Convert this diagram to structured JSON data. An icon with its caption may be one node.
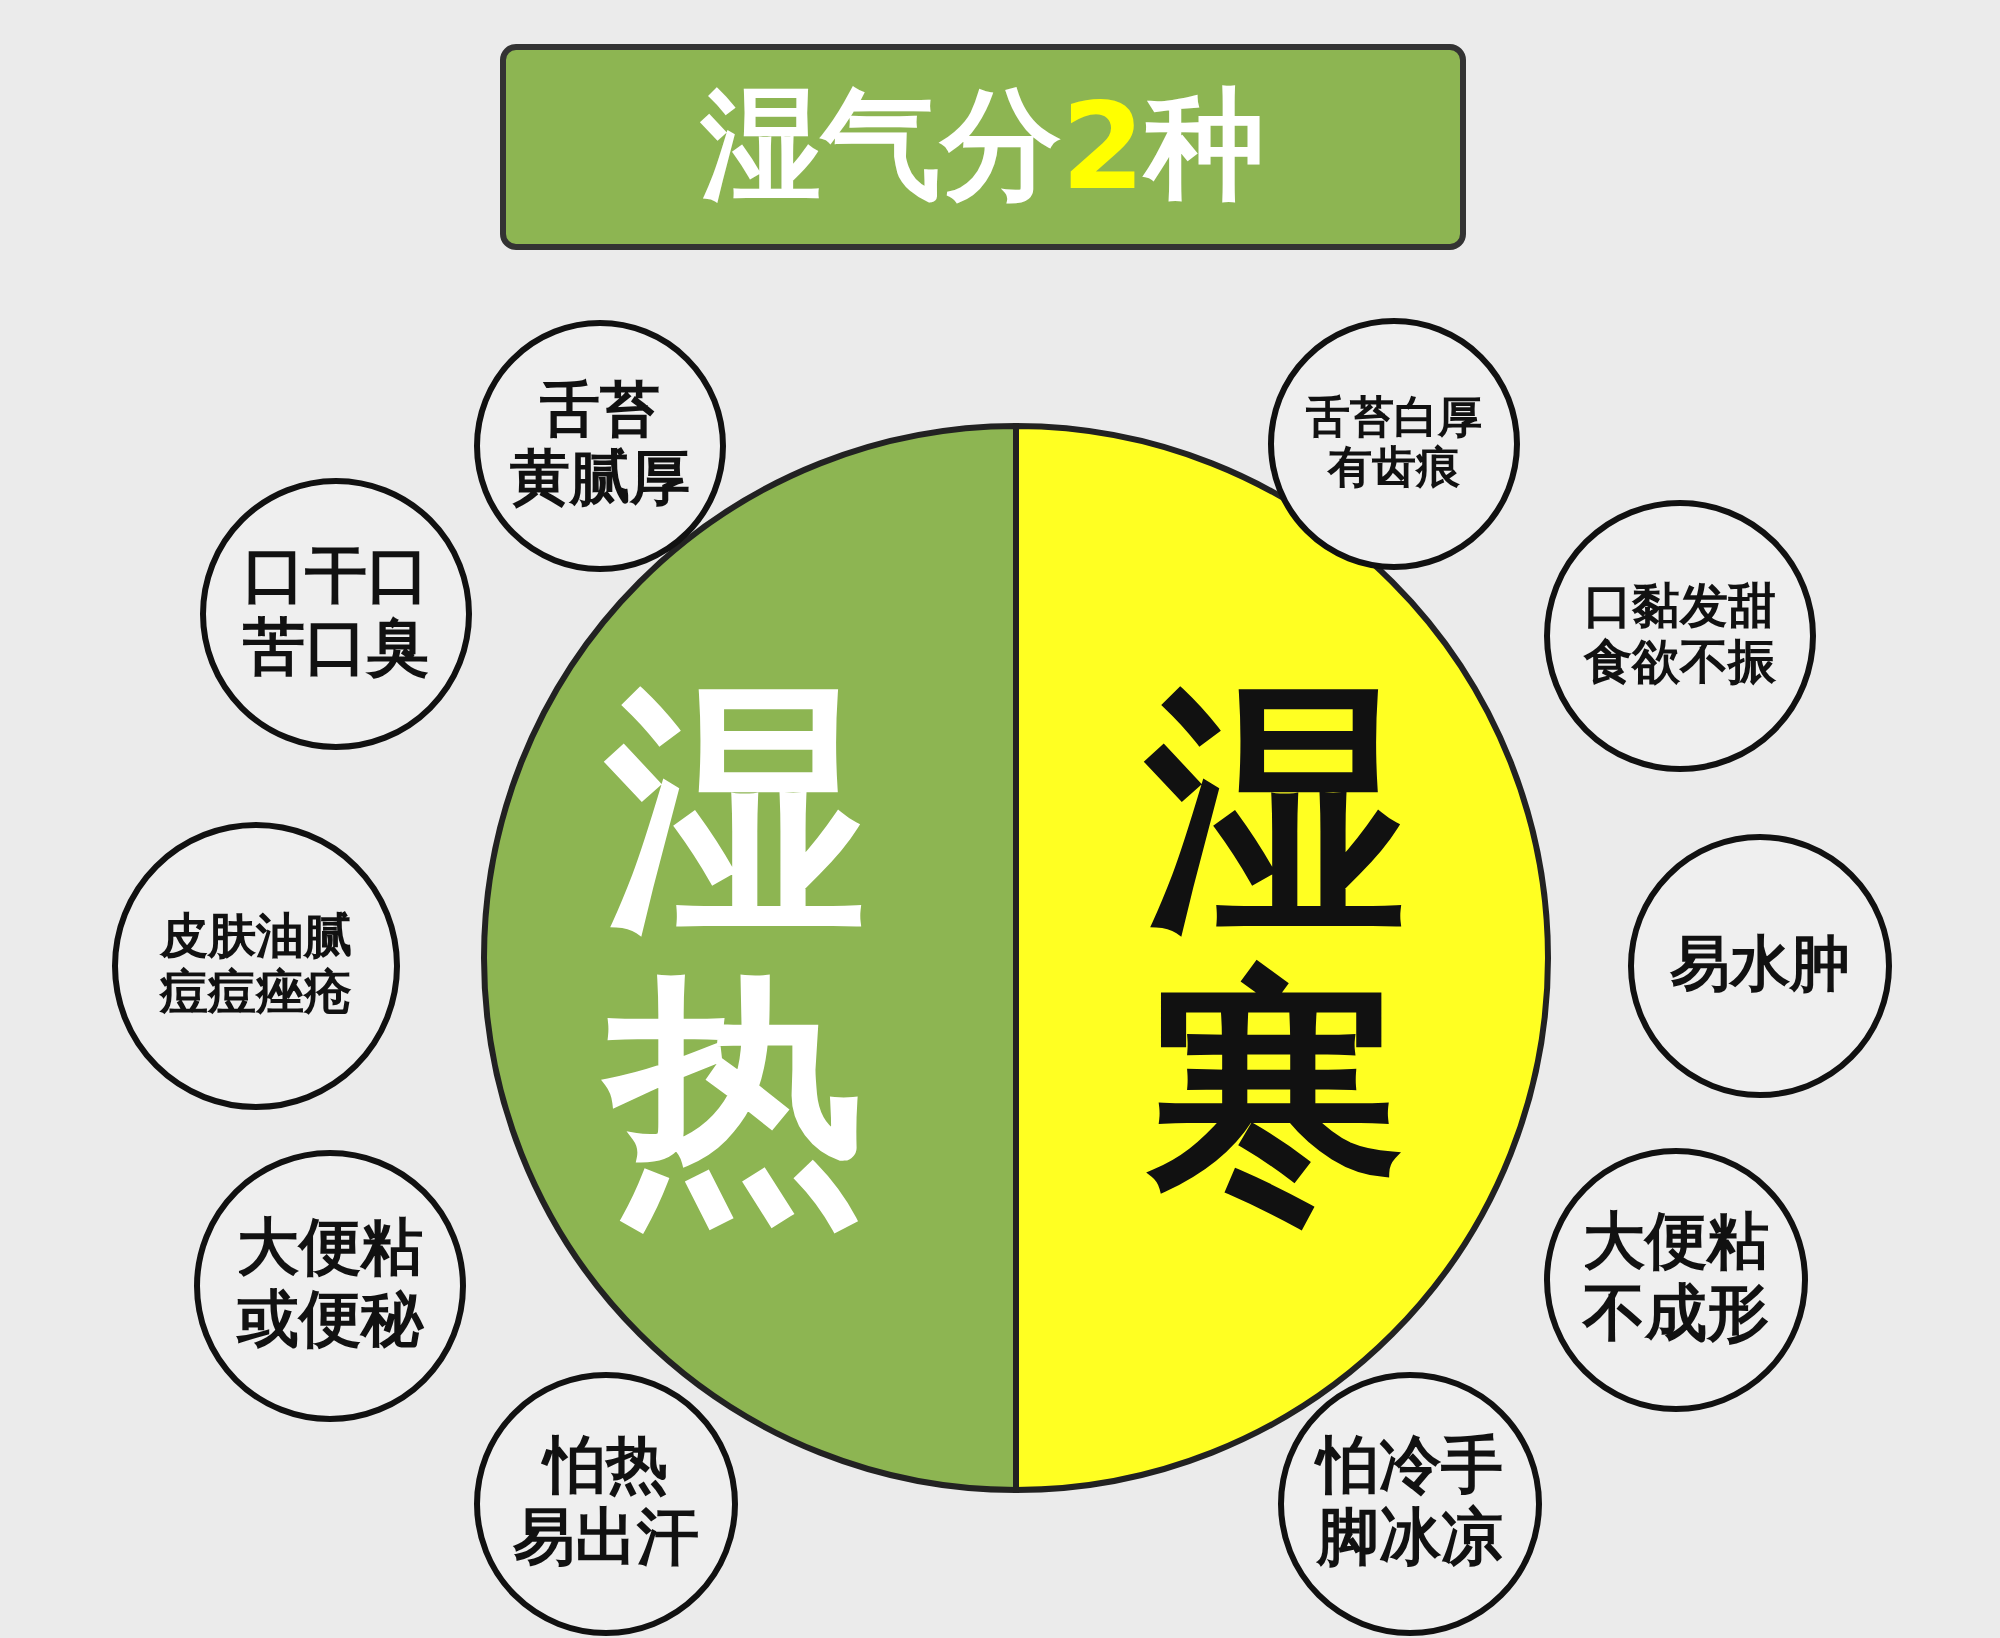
{
  "diagram": {
    "title": "湿气分**2**种",
    "nodes": [
      {
        "text": [
          "湿热"
        ]
      },
      {
        "text": [
          "湿寒"
        ]
      },
      {
        "text": [
          "舌苔黄腻厚"
        ]
      },
      {
        "text": [
          "口干口苦口臭"
        ]
      },
      {
        "text": [
          "皮肤油腻痘痘痤疮"
        ]
      },
      {
        "text": [
          "大便粘或便秘"
        ]
      },
      {
        "text": [
          "怕热易出汗"
        ]
      },
      {
        "text": [
          "舌苔白厚有齿痕"
        ]
      },
      {
        "text": [
          "口黏发甜食欲不振"
        ]
      },
      {
        "text": [
          "易水肿"
        ]
      },
      {
        "text": [
          "大便粘不成形"
        ]
      },
      {
        "text": [
          "怕冷手脚冰凉"
        ]
      }
    ],
    "edges": []
  }
}
